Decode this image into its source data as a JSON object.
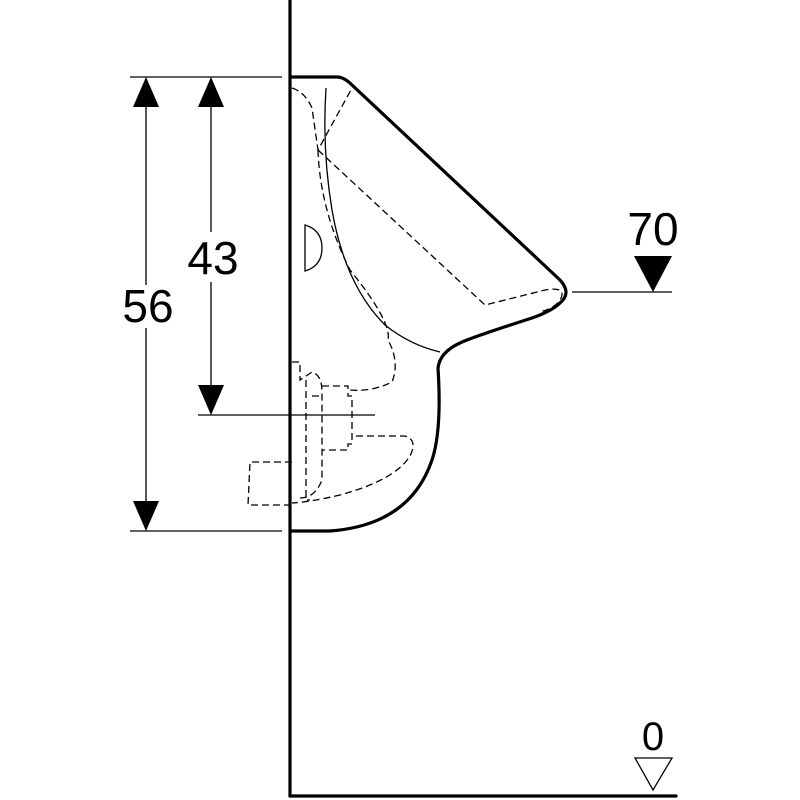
{
  "dimensions": {
    "height_total": "56",
    "height_outlet": "43",
    "height_rim": "70"
  },
  "levels": {
    "floor": "0"
  }
}
